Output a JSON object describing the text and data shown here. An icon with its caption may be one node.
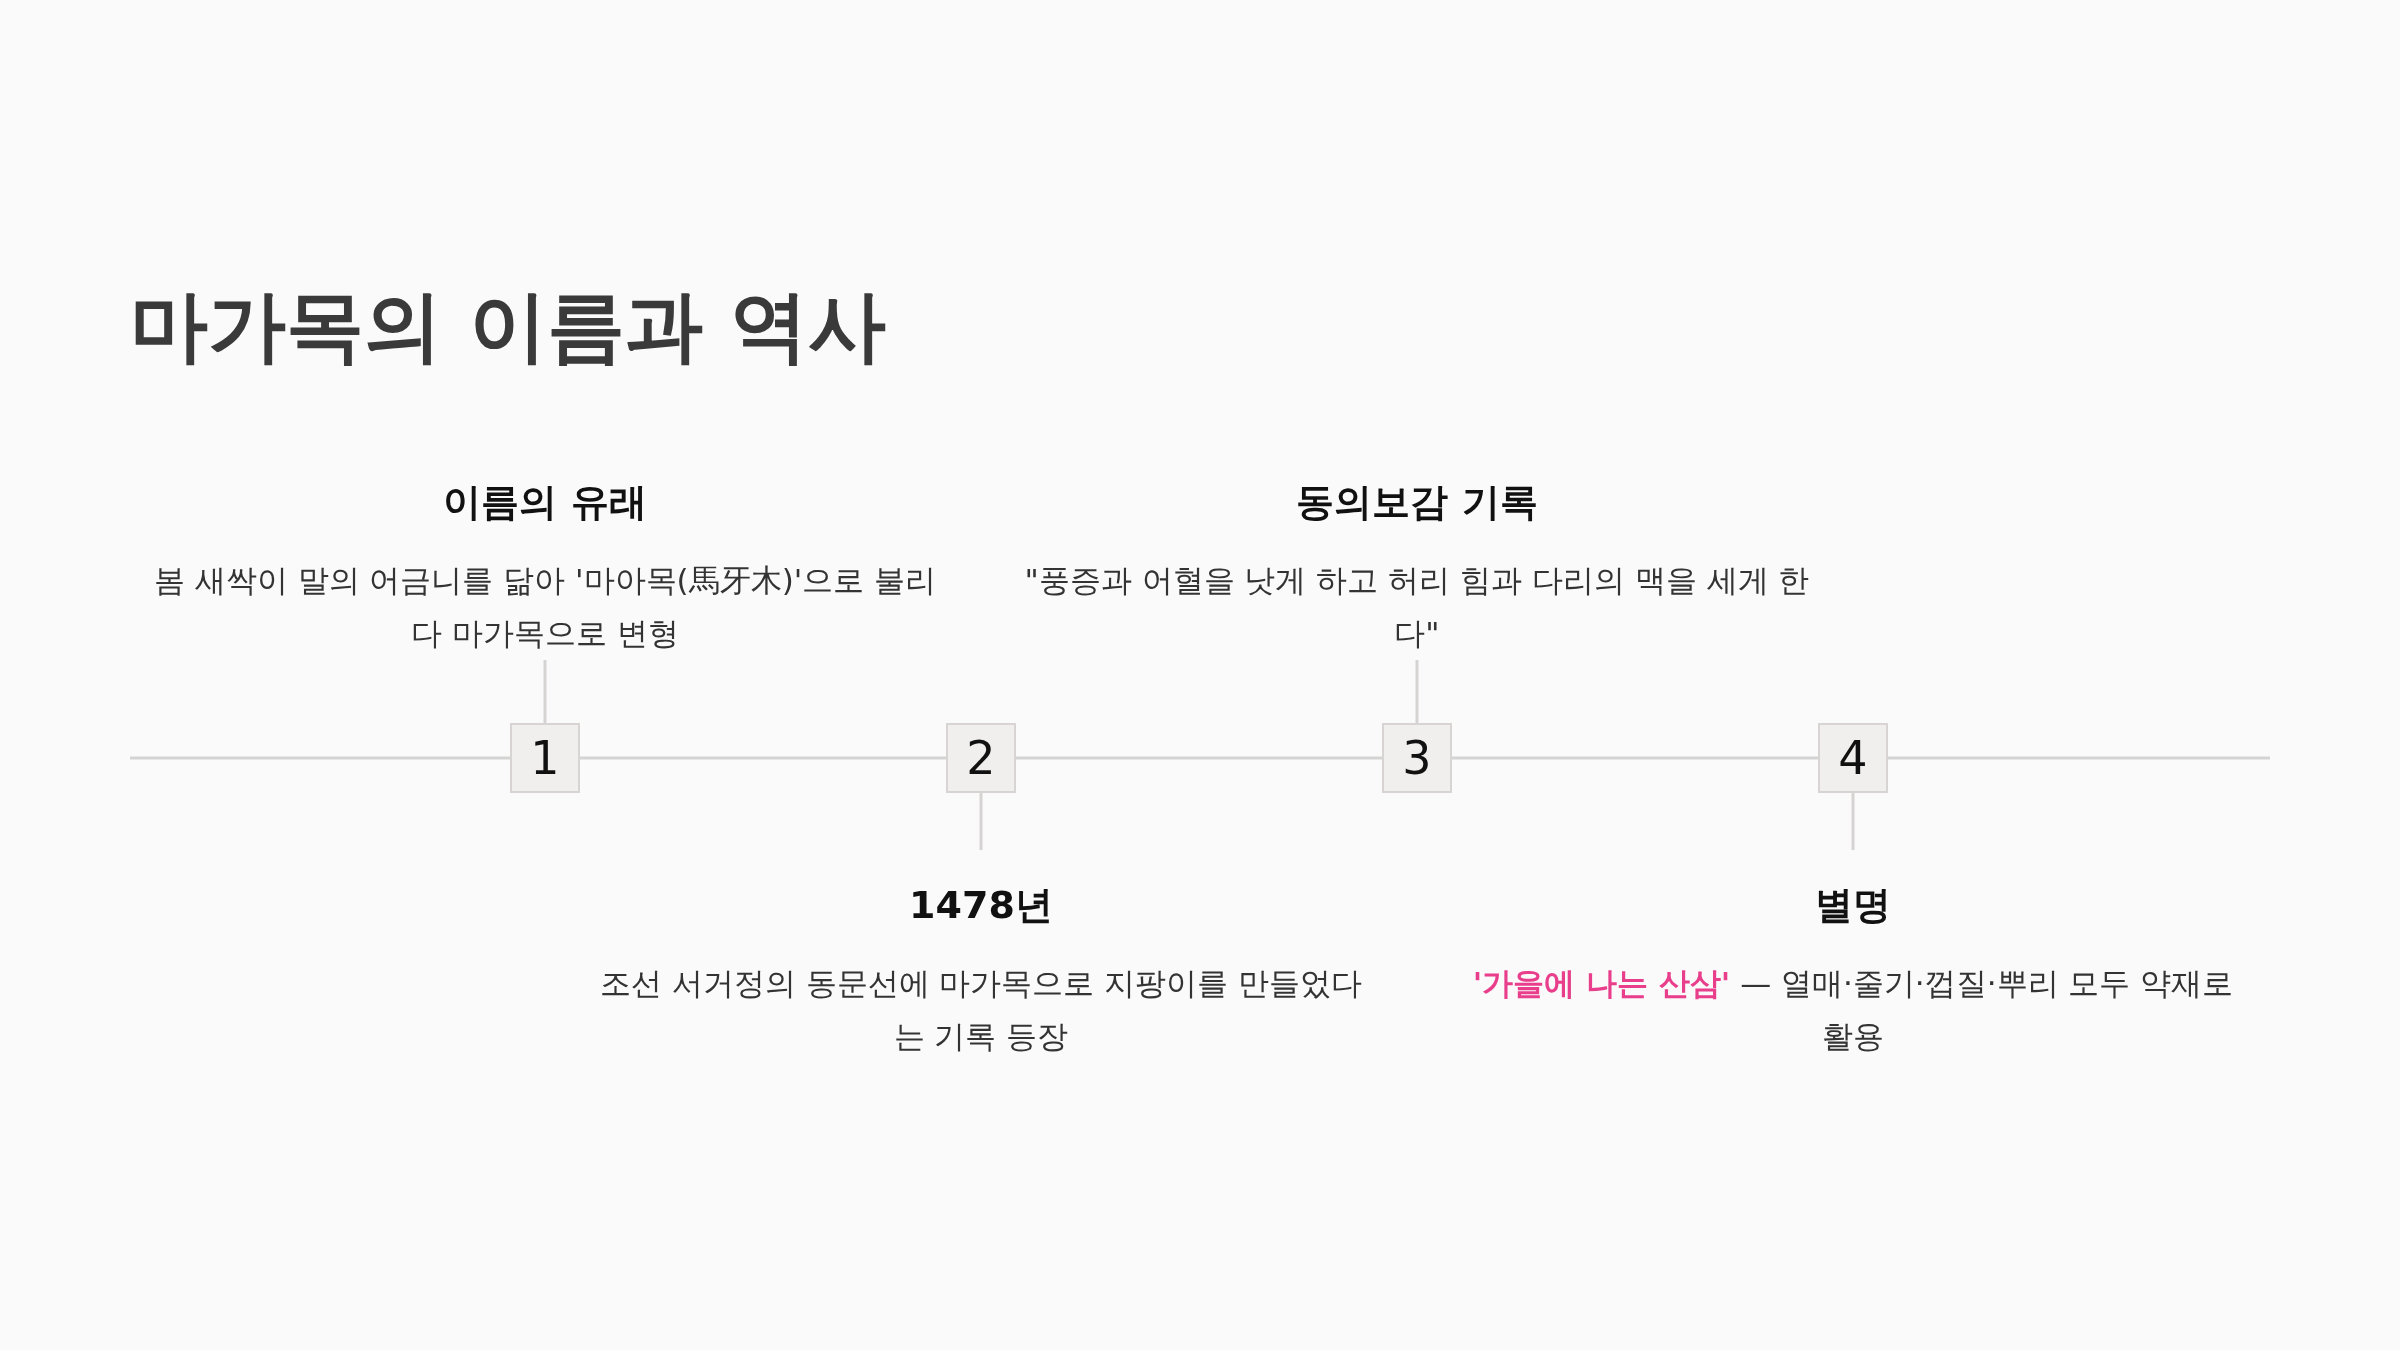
{
  "diagram": {
    "title": "마가목의 이름과 역사",
    "nodes": [
      {
        "text": [
          "1"
        ]
      },
      {
        "text": [
          "2"
        ]
      },
      {
        "text": [
          "3"
        ]
      },
      {
        "text": [
          "4"
        ]
      },
      {
        "text": [
          "이름의 유래",
          "봄 새싹이 말의 어금니를 닮아 '마아목(馬牙木)'으로 불리다 마가목으로 변형"
        ]
      },
      {
        "text": [
          "1478년",
          "조선 서거정의 동문선에 마가목으로 지팡이를 만들었다는 기록 등장"
        ]
      },
      {
        "text": [
          "동의보감 기록",
          "\"풍증과 어혈을 낫게 하고 허리 힘과 다리의 맥을 세게 한다\""
        ]
      },
      {
        "text": [
          "별명",
          "**'가을에 나는 산삼'** — 열매·줄기·껍질·뿌리 모두 약재로 활용"
        ]
      }
    ],
    "edges": [
      {
        "from": null,
        "to": 0,
        "arrow": "none"
      },
      {
        "from": 0,
        "to": 1,
        "arrow": "none"
      },
      {
        "from": 1,
        "to": 2,
        "arrow": "none"
      },
      {
        "from": 2,
        "to": 3,
        "arrow": "none"
      },
      {
        "from": 3,
        "to": null,
        "arrow": "none"
      },
      {
        "from": 4,
        "to": 0,
        "arrow": "none"
      },
      {
        "from": 5,
        "to": 1,
        "arrow": "none"
      },
      {
        "from": 6,
        "to": 2,
        "arrow": "none"
      },
      {
        "from": 7,
        "to": 3,
        "arrow": "none"
      }
    ]
  }
}
